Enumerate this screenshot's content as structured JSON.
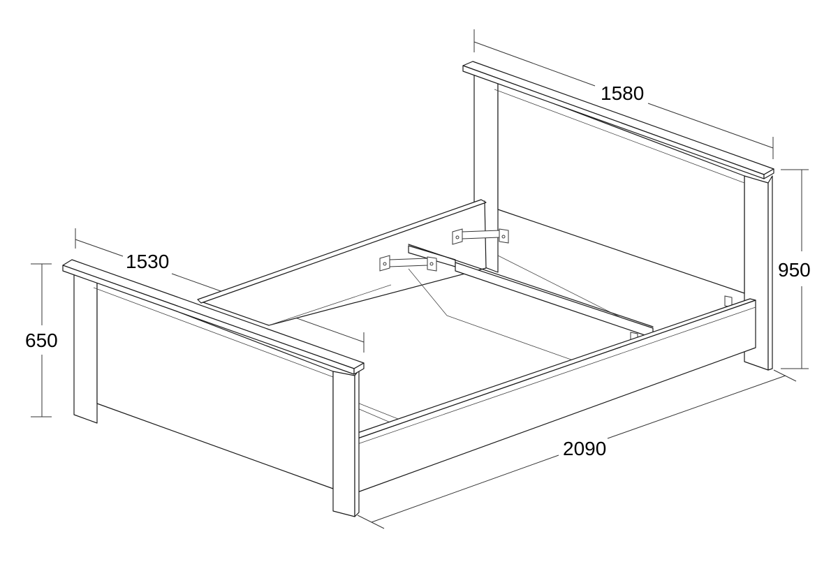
{
  "diagram": {
    "dimensions": {
      "headboard_width": "1580",
      "footboard_width": "1530",
      "headboard_height": "950",
      "footboard_height": "650",
      "total_length": "2090"
    }
  }
}
